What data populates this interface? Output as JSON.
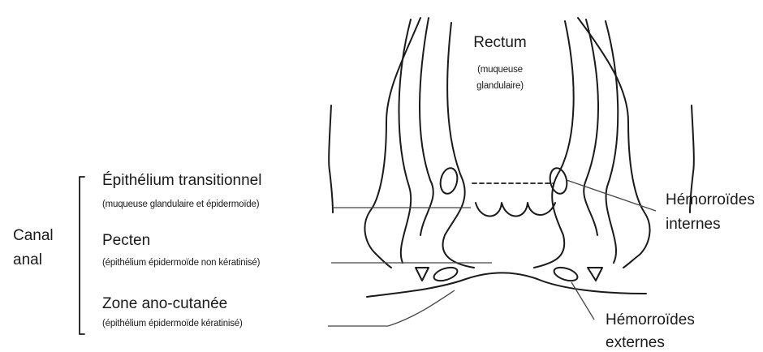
{
  "rectum": {
    "title": "Rectum",
    "sub_line1": "(muqueuse",
    "sub_line2": "glandulaire)"
  },
  "canal": {
    "line1": "Canal",
    "line2": "anal"
  },
  "zones": {
    "transitional": {
      "title": "Épithélium transitionnel",
      "sub": "(muqueuse glandulaire et épidermoïde)"
    },
    "pecten": {
      "title": "Pecten",
      "sub": "(épithélium épidermoïde non kératinisé)"
    },
    "anocutaneous": {
      "title": "Zone ano-cutanée",
      "sub": "(épithélium épidermoïde kératinisé)"
    }
  },
  "hemorrhoids": {
    "internal": {
      "line1": "Hémorroïdes",
      "line2": "internes"
    },
    "external": {
      "line1": "Hémorroïdes",
      "line2": "externes"
    }
  }
}
